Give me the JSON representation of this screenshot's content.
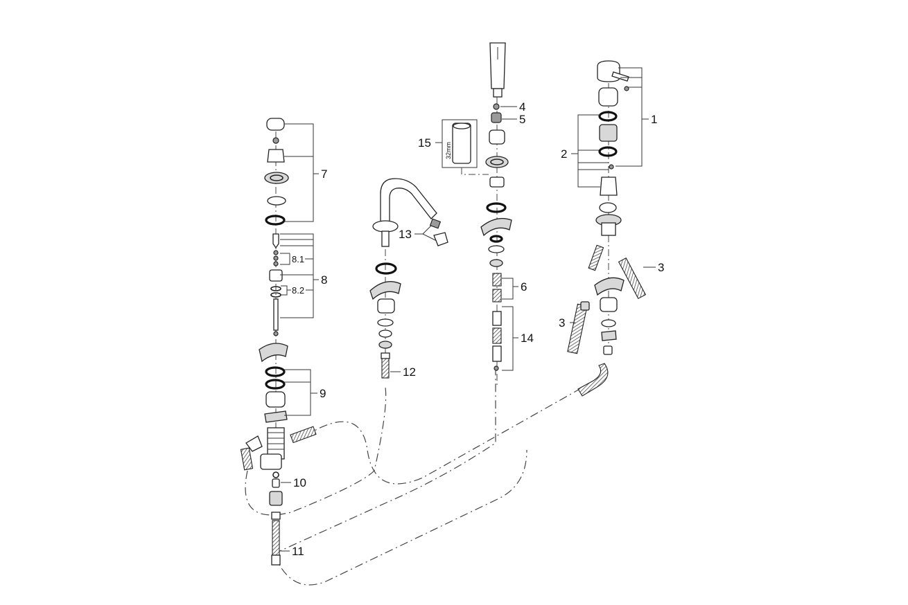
{
  "callouts": {
    "c1": "1",
    "c2": "2",
    "c3a": "3",
    "c3b": "3",
    "c4": "4",
    "c5": "5",
    "c6": "6",
    "c7": "7",
    "c8": "8",
    "c8_1": "8.1",
    "c8_2": "8.2",
    "c9": "9",
    "c10": "10",
    "c11": "11",
    "c12": "12",
    "c13": "13",
    "c14": "14",
    "c15": "15"
  },
  "cartridge_dimension": "32mm"
}
